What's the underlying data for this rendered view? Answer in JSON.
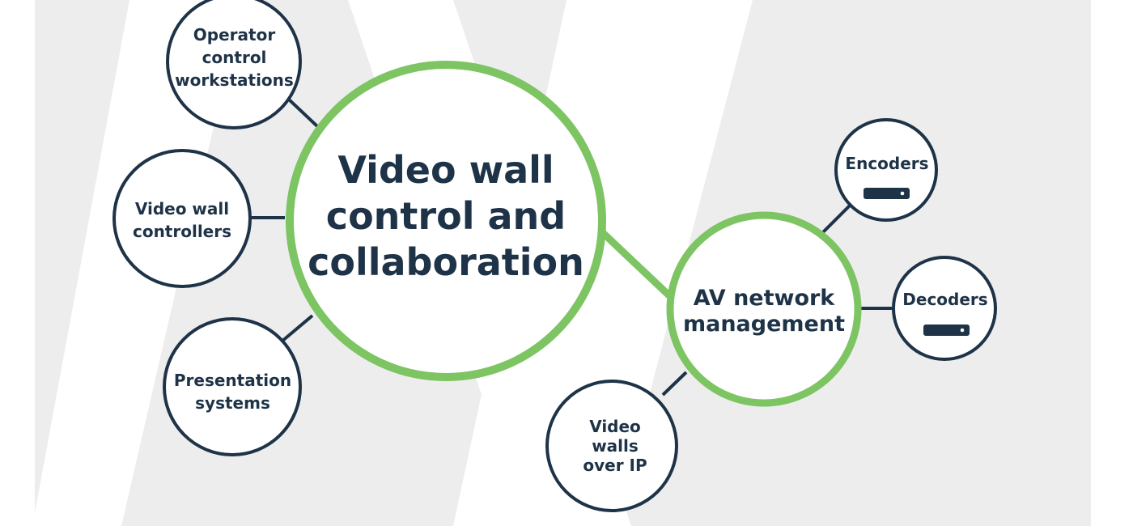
{
  "diagram": {
    "colors": {
      "background_band": "#ededee",
      "watermark_stripes": "#ffffff",
      "node_outline": "#1e3347",
      "primary_outline": "#7dc462",
      "text": "#1e3347",
      "device_icon": "#1e3347"
    },
    "center_node": {
      "label": "Video wall\ncontrol and\ncollaboration"
    },
    "hub_node": {
      "label": "AV network\nmanagement"
    },
    "left_nodes": {
      "operator": {
        "label": "Operator\ncontrol\nworkstations"
      },
      "controllers": {
        "label": "Video wall\ncontrollers"
      },
      "presentation": {
        "label": "Presentation\nsystems"
      }
    },
    "right_nodes": {
      "encoders": {
        "label": "Encoders",
        "icon": "device-box-icon"
      },
      "decoders": {
        "label": "Decoders",
        "icon": "device-box-icon"
      },
      "video_walls_ip": {
        "label": "Video\nwalls\nover IP"
      }
    }
  }
}
